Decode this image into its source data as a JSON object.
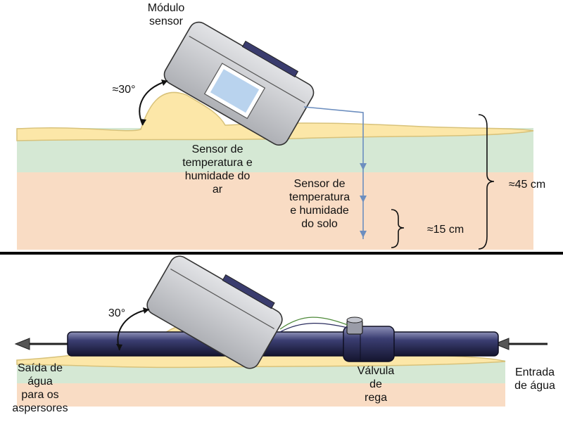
{
  "top_panel": {
    "module_label": "Módulo\nsensor",
    "angle_label": "≈30°",
    "air_sensor_label": "Sensor de\ntemperatura e\nhumidade do\nar",
    "soil_sensor_label": "Sensor de\ntemperatura\ne humidade\ndo solo",
    "depth_label": "≈15 cm",
    "total_depth_label": "≈45 cm"
  },
  "bottom_panel": {
    "angle_label": "30°",
    "outlet_label": "Saída de\nágua\npara os\naspersores",
    "valve_label": "Válvula\nde\nrega",
    "inlet_label": "Entrada\nde água"
  },
  "colors": {
    "grass": "#d5e8d4",
    "soil": "#f9dcc4",
    "sand": "#fce7a8",
    "sand_stroke": "#d8c27a",
    "module_body": "#c8c9cd",
    "pipe": "#2a2c5e",
    "wire": "#6c8ebf",
    "divider": "#000000"
  }
}
